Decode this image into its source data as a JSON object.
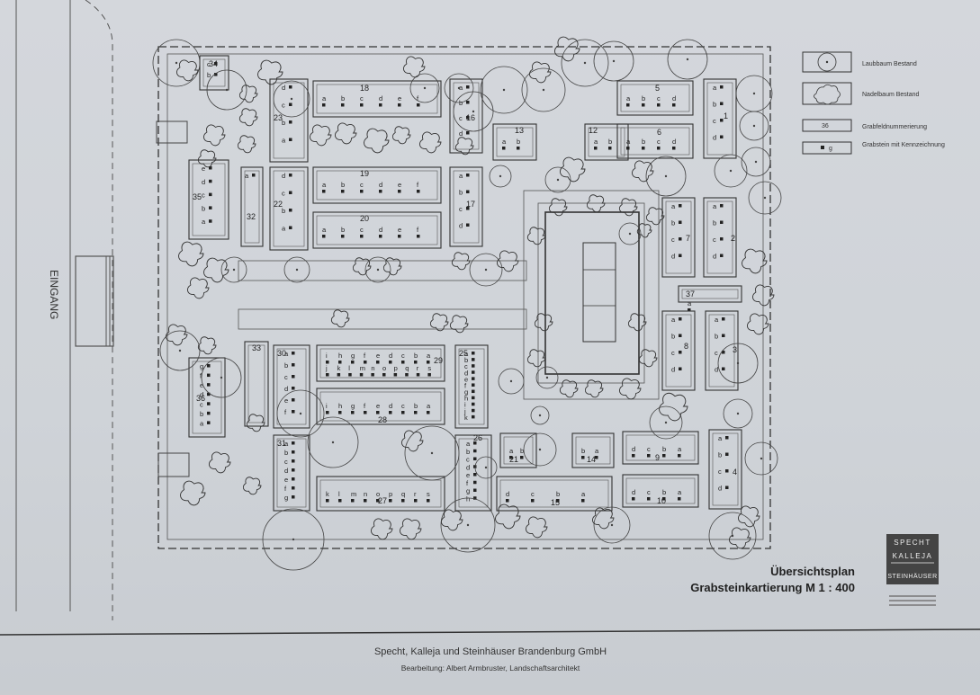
{
  "entrance_label": "EINGANG",
  "legend": [
    {
      "symbol": "circle",
      "label": "Laubbaum Bestand"
    },
    {
      "symbol": "bush",
      "label": "Nadelbaum Bestand"
    },
    {
      "symbol": "box",
      "code": "36",
      "label": "Grabfeldnummerierung"
    },
    {
      "symbol": "stone",
      "code": "g",
      "label": "Grabstein mit Kennzeichnung"
    }
  ],
  "plan_title": "Übersichtsplan",
  "plan_subtitle": "Grabsteinkartierung M 1 : 400",
  "logo": [
    "SPECHT",
    "KALLEJA",
    "STEINHÄUSER"
  ],
  "footer": {
    "company": "Specht, Kalleja und Steinhäuser Brandenburg GmbH",
    "author": "Bearbeitung: Albert Armbruster, Landschaftsarchitekt"
  },
  "fields": [
    {
      "num": "34",
      "letters": "c b"
    },
    {
      "num": "18",
      "letters": "a b c d e f"
    },
    {
      "num": "16",
      "letters": "a b c d"
    },
    {
      "num": "23",
      "letters": "d c b a"
    },
    {
      "num": "5",
      "letters": "a b c d"
    },
    {
      "num": "1",
      "letters": "a b c d"
    },
    {
      "num": "13",
      "letters": "a b"
    },
    {
      "num": "12",
      "letters": "a b"
    },
    {
      "num": "6",
      "letters": "a b c d"
    },
    {
      "num": "19",
      "letters": "a b c d e f"
    },
    {
      "num": "35",
      "letters": "e d c b a"
    },
    {
      "num": "22",
      "letters": "d c b a"
    },
    {
      "num": "17",
      "letters": "a b c d"
    },
    {
      "num": "32",
      "letters": "a"
    },
    {
      "num": "20",
      "letters": "a b c d e f"
    },
    {
      "num": "7",
      "letters": "a b c d"
    },
    {
      "num": "2",
      "letters": "a b c d"
    },
    {
      "num": "37",
      "letters": "a"
    },
    {
      "num": "8",
      "letters": "a b c d"
    },
    {
      "num": "3",
      "letters": "a b c d"
    },
    {
      "num": "33",
      "letters": ""
    },
    {
      "num": "30",
      "letters": "a b c d e f"
    },
    {
      "num": "29",
      "letters": "i h g f e d c b a / j k l m n o p q r s"
    },
    {
      "num": "25",
      "letters": "a b c d e f g h i j k"
    },
    {
      "num": "36",
      "letters": "g f e d c b a"
    },
    {
      "num": "28",
      "letters": "i h g f e d c b a"
    },
    {
      "num": "21",
      "letters": "a b"
    },
    {
      "num": "14",
      "letters": "b a"
    },
    {
      "num": "9",
      "letters": "d c b a"
    },
    {
      "num": "4",
      "letters": "a b c d"
    },
    {
      "num": "31",
      "letters": "a b c d e f g"
    },
    {
      "num": "26",
      "letters": "a b c d e f g h"
    },
    {
      "num": "27",
      "letters": "k l m n o p q r s"
    },
    {
      "num": "15",
      "letters": "d c b a"
    },
    {
      "num": "10",
      "letters": "d c b a"
    }
  ]
}
